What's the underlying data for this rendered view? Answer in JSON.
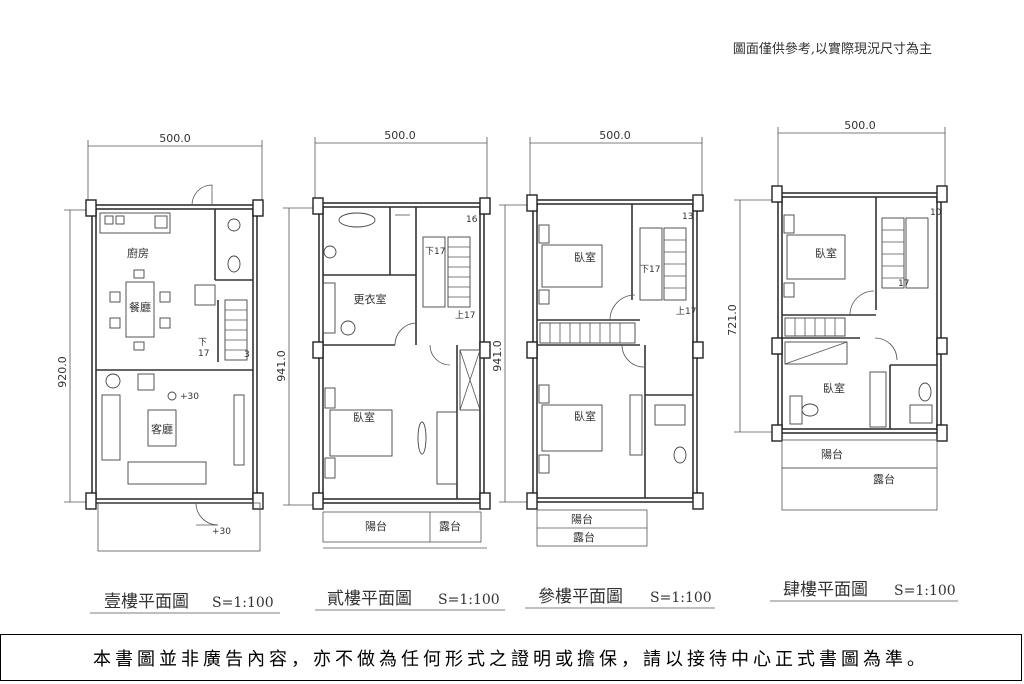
{
  "notice": "圖面僅供參考,以實際現況尺寸為主",
  "footer": "本書圖並非廣告內容，亦不做為任何形式之證明或擔保，請以接待中心正式書圖為準。",
  "plans": [
    {
      "title": "壹樓平面圖",
      "scale": "S=1:100",
      "width_dim": "500.0",
      "height_dim": "920.0",
      "rooms": [
        "廚房",
        "餐廳",
        "客廳"
      ],
      "marks": [
        "+30",
        "+30",
        "下",
        "17",
        "3"
      ]
    },
    {
      "title": "貳樓平面圖",
      "scale": "S=1:100",
      "width_dim": "500.0",
      "height_dim": "941.0",
      "rooms": [
        "更衣室",
        "臥室",
        "陽台",
        "露台"
      ],
      "marks": [
        "下17",
        "上17",
        "16"
      ]
    },
    {
      "title": "參樓平面圖",
      "scale": "S=1:100",
      "width_dim": "500.0",
      "height_dim": "941.0",
      "rooms": [
        "臥室",
        "臥室",
        "陽台",
        "露台"
      ],
      "marks": [
        "下17",
        "上17",
        "13"
      ]
    },
    {
      "title": "肆樓平面圖",
      "scale": "S=1:100",
      "width_dim": "500.0",
      "height_dim": "721.0",
      "rooms": [
        "臥室",
        "臥室",
        "陽台",
        "露台"
      ],
      "marks": [
        "10",
        "17"
      ]
    }
  ]
}
